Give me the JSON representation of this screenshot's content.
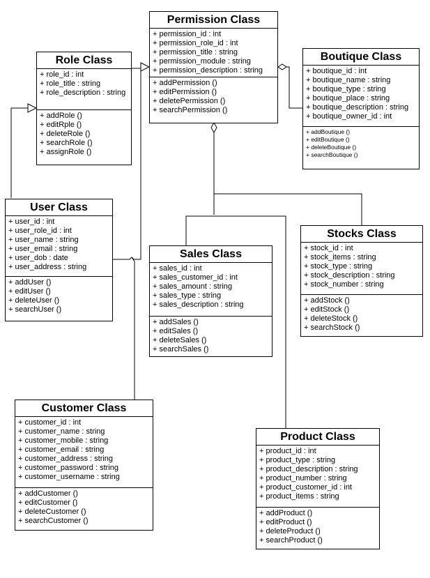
{
  "classes": {
    "permission": {
      "title": "Permission Class",
      "attributes": [
        "+ permission_id : int",
        "+ permission_role_id : int",
        "+ permission_title : string",
        "+ permission_module : string",
        "+ permission_description : string"
      ],
      "methods": [
        "+ addPermission ()",
        "+ editPermission ()",
        "+ deletePermission ()",
        "+ searchPermission ()"
      ]
    },
    "role": {
      "title": "Role Class",
      "attributes": [
        "+ role_id : int",
        "+ role_title : string",
        "+ role_description : string"
      ],
      "methods": [
        "+ addRole ()",
        "+ editRple ()",
        "+ deleteRole ()",
        "+ searchRole ()",
        "+ assignRole ()"
      ]
    },
    "boutique": {
      "title": "Boutique Class",
      "attributes": [
        "+ boutique_id : int",
        "+ boutique_name : string",
        "+ boutique_type : string",
        "+ boutique_place : string",
        "+ boutique_description : string",
        "+ boutique_owner_id : int"
      ],
      "methods": [
        "+ addBoutique ()",
        "+ editBoutique ()",
        "+ deleteBoutique ()",
        "+ searchBoutique ()"
      ]
    },
    "user": {
      "title": "User Class",
      "attributes": [
        "+ user_id : int",
        "+ user_role_id : int",
        "+ user_name : string",
        "+ user_email : string",
        "+ user_dob : date",
        "+ user_address : string"
      ],
      "methods": [
        "+ addUser ()",
        "+ editUser ()",
        "+ deleteUser ()",
        "+ searchUser ()"
      ]
    },
    "sales": {
      "title": "Sales Class",
      "attributes": [
        "+ sales_id : int",
        "+ sales_customer_id : int",
        "+ sales_amount : string",
        "+ sales_type : string",
        "+ sales_description : string"
      ],
      "methods": [
        "+ addSales ()",
        "+ editSales ()",
        "+ deleteSales ()",
        "+ searchSales ()"
      ]
    },
    "stocks": {
      "title": "Stocks Class",
      "attributes": [
        "+ stock_id : int",
        "+ stock_items : string",
        "+ stock_type : string",
        "+ stock_description : string",
        "+ stock_number : string"
      ],
      "methods": [
        "+ addStock ()",
        "+ editStock ()",
        "+ deleteStock ()",
        "+ searchStock ()"
      ]
    },
    "customer": {
      "title": "Customer Class",
      "attributes": [
        "+ customer_id : int",
        "+ customer_name : string",
        "+ customer_mobile : string",
        "+ customer_email : string",
        "+ customer_address : string",
        "+ customer_password : string",
        "+ customer_username : string"
      ],
      "methods": [
        "+ addCustomer ()",
        "+ editCustomer ()",
        "+ deleteCustomer ()",
        "+ searchCustomer ()"
      ]
    },
    "product": {
      "title": "Product Class",
      "attributes": [
        "+ product_id : int",
        "+ product_type : string",
        "+ product_description : string",
        "+ product_number : string",
        "+ product_customer_id : int",
        "+ product_items : string"
      ],
      "methods": [
        "+ addProduct ()",
        "+ editProduct ()",
        "+ deleteProduct ()",
        "+ searchProduct ()"
      ]
    }
  }
}
